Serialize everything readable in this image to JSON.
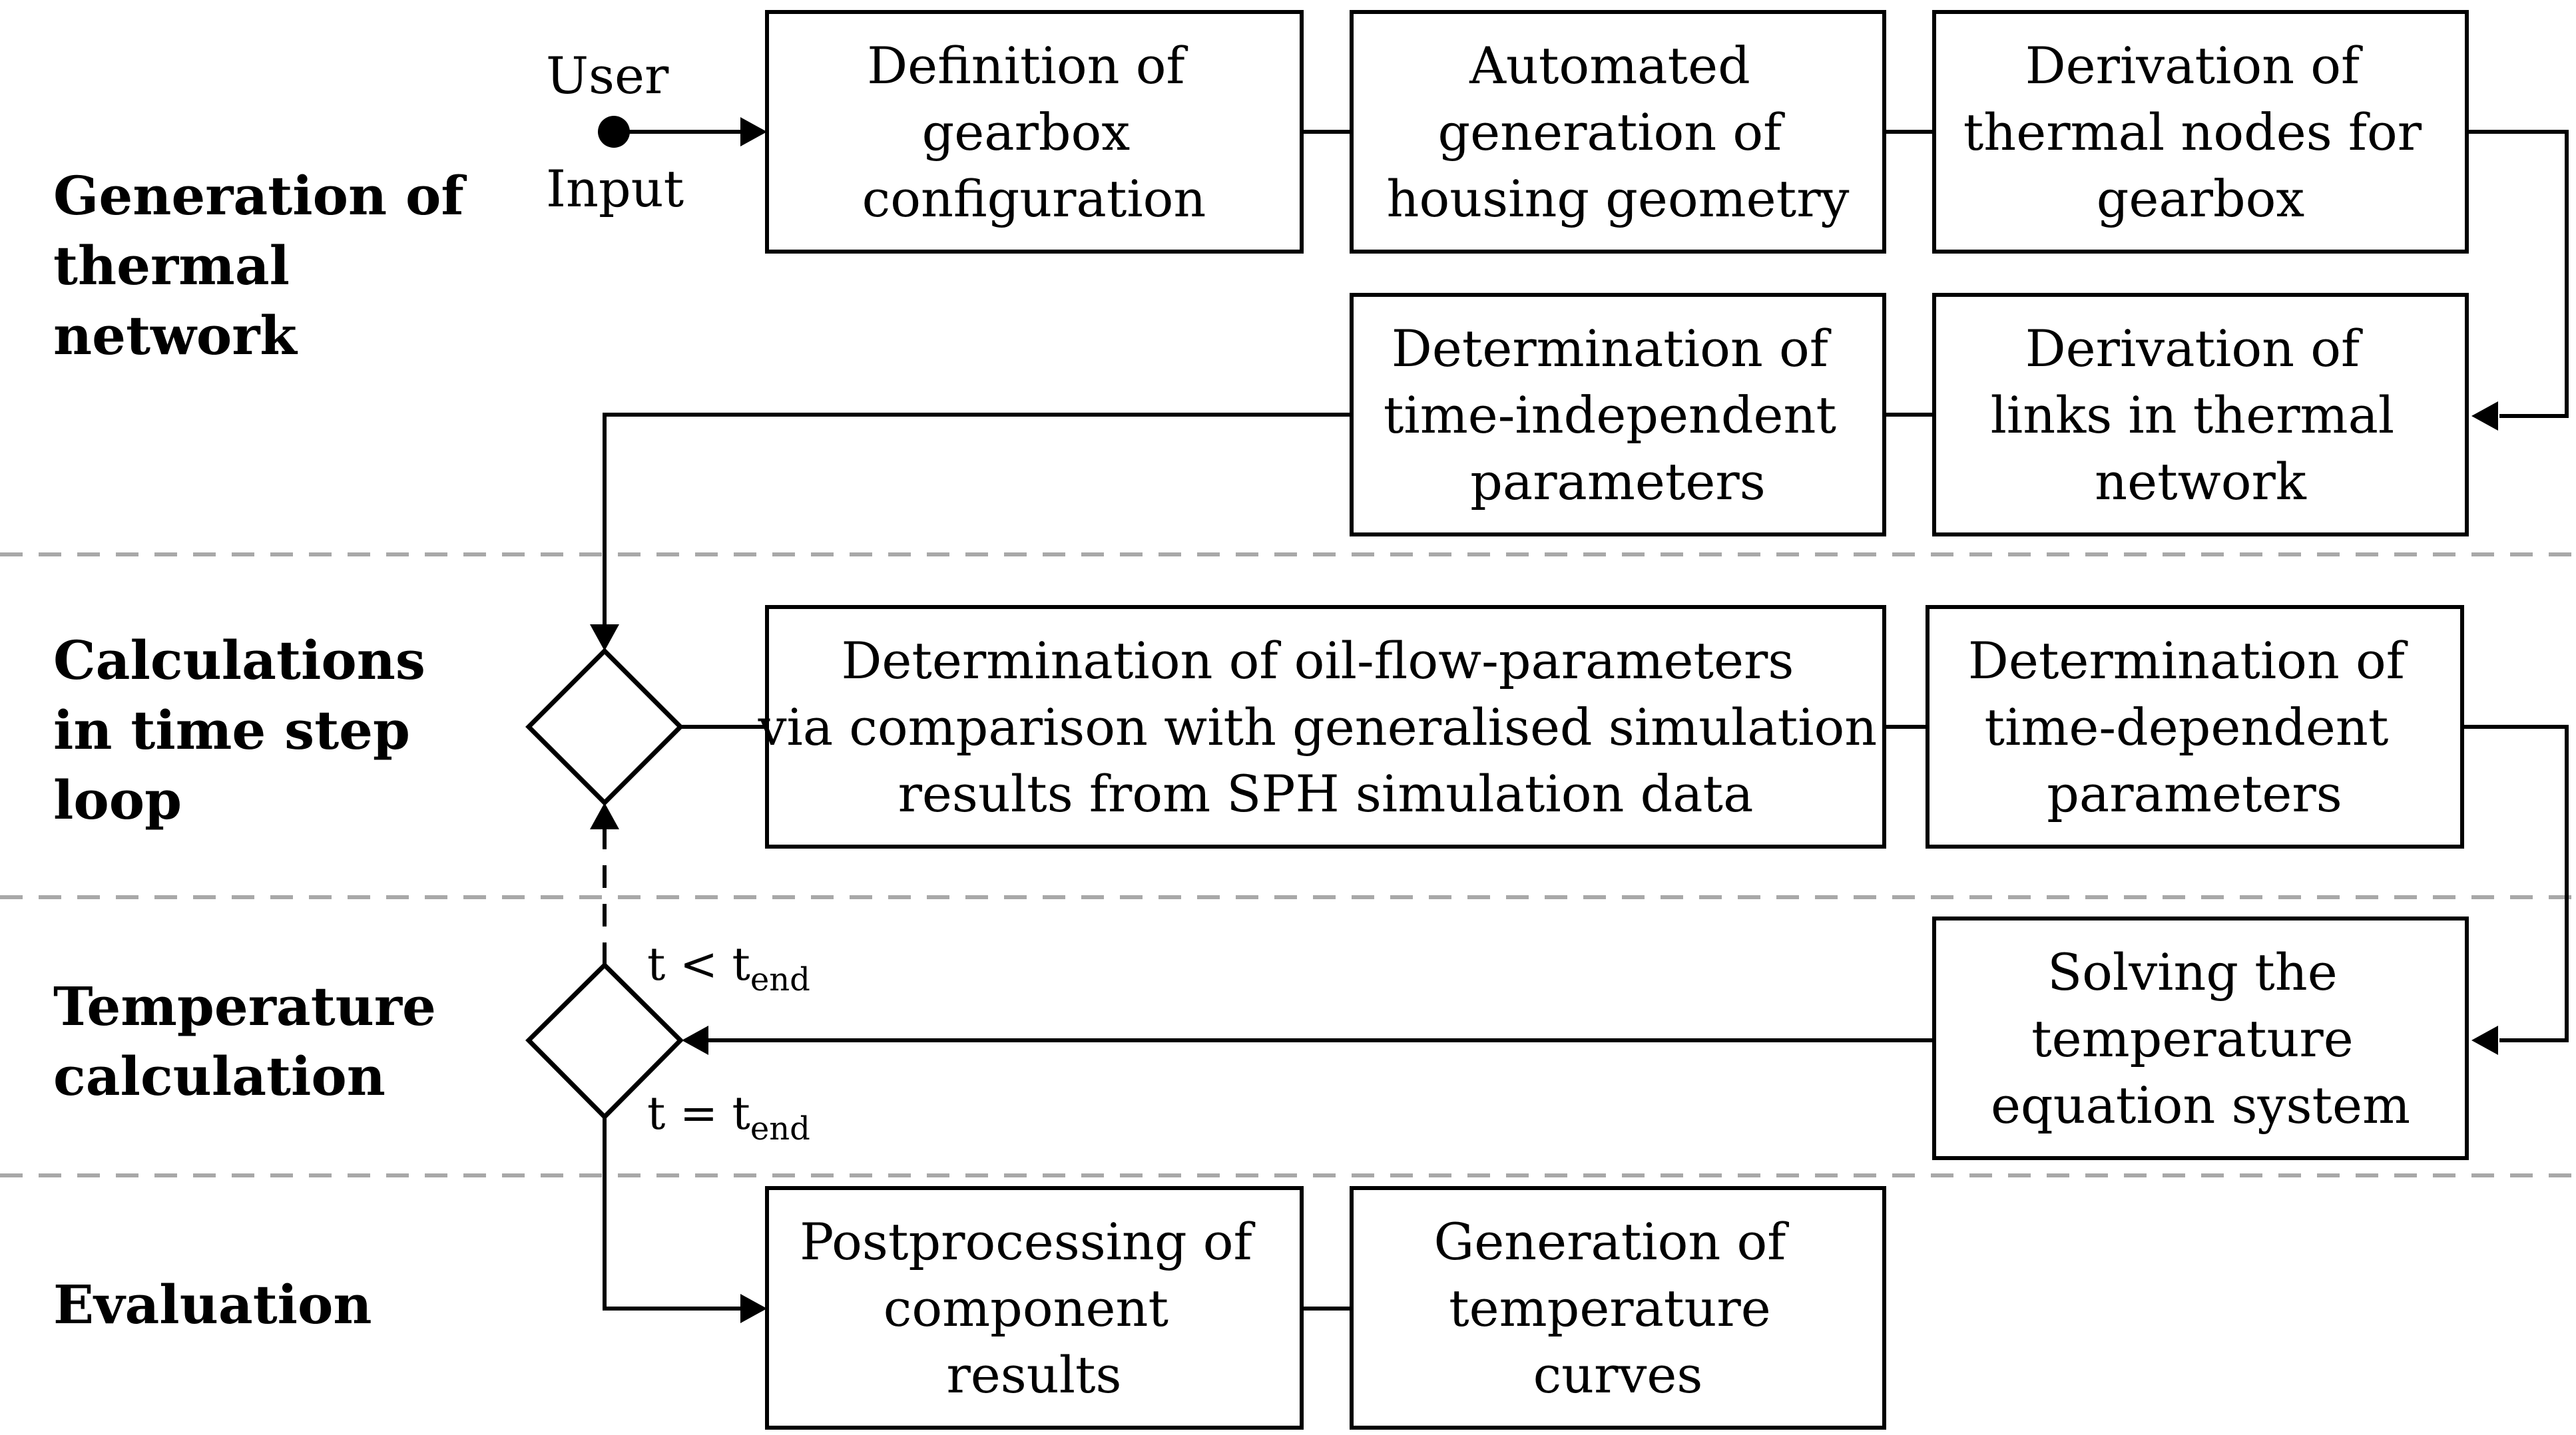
{
  "sections": [
    {
      "id": "generation",
      "lines": [
        "Generation of",
        "thermal",
        "network"
      ]
    },
    {
      "id": "calculations",
      "lines": [
        "Calculations",
        "in time step",
        "loop"
      ]
    },
    {
      "id": "temperature",
      "lines": [
        "Temperature",
        "calculation"
      ]
    },
    {
      "id": "evaluation",
      "lines": [
        "Evaluation"
      ]
    }
  ],
  "user_input": {
    "line1": "User",
    "line2": "Input"
  },
  "boxes": [
    {
      "id": "definition-gearbox",
      "lines": [
        "Definition of",
        "gearbox",
        "configuration"
      ]
    },
    {
      "id": "automated-housing",
      "lines": [
        "Automated",
        "generation of",
        "housing geometry"
      ]
    },
    {
      "id": "derivation-nodes",
      "lines": [
        "Derivation of",
        "thermal nodes for",
        "gearbox"
      ]
    },
    {
      "id": "time-independent",
      "lines": [
        "Determination of",
        "time-independent",
        "parameters"
      ]
    },
    {
      "id": "derivation-links",
      "lines": [
        "Derivation of",
        "links in thermal",
        "network"
      ]
    },
    {
      "id": "oil-flow",
      "lines": [
        "Determination of oil-flow-parameters",
        "via comparison with generalised simulation",
        "results from SPH simulation data"
      ]
    },
    {
      "id": "time-dependent",
      "lines": [
        "Determination of",
        "time-dependent",
        "parameters"
      ]
    },
    {
      "id": "solving-equation",
      "lines": [
        "Solving the",
        "temperature",
        "equation system"
      ]
    },
    {
      "id": "postprocessing",
      "lines": [
        "Postprocessing of",
        "component",
        "results"
      ]
    },
    {
      "id": "temperature-curves",
      "lines": [
        "Generation of",
        "temperature",
        "curves"
      ]
    }
  ],
  "conditions": {
    "loop": {
      "main": "t < t",
      "sub": "end"
    },
    "exit": {
      "main": "t = t",
      "sub": "end"
    }
  }
}
